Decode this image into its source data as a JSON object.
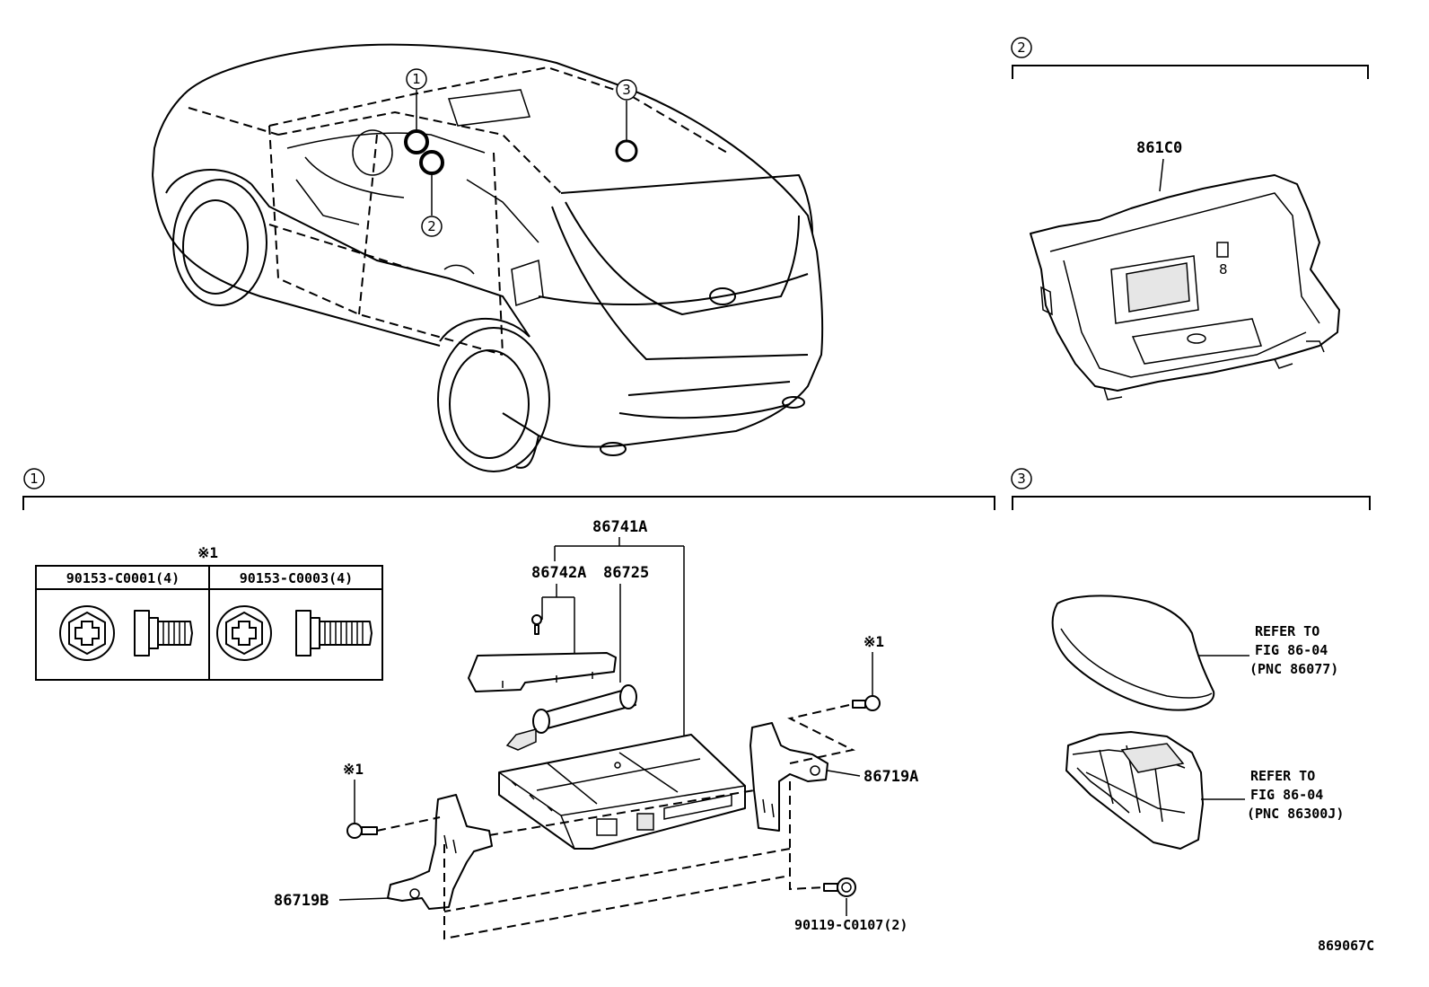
{
  "callouts": {
    "one": "1",
    "two": "2",
    "three": "3"
  },
  "sections": {
    "s1": {
      "marker": "1"
    },
    "s2": {
      "marker": "2"
    },
    "s3": {
      "marker": "3"
    }
  },
  "note_symbol": "※1",
  "bolt_table": {
    "note": "※1",
    "columns": [
      "90153-C0001(4)",
      "90153-C0003(4)"
    ]
  },
  "parts": {
    "p86741A": "86741A",
    "p86742A": "86742A",
    "p86725": "86725",
    "p86719A": "86719A",
    "p86719B": "86719B",
    "p90119": "90119-C0107(2)",
    "p861C0": "861C0"
  },
  "references": {
    "ref1": {
      "line1": "REFER TO",
      "line2": "FIG 86-04",
      "line3": "(PNC 86077)"
    },
    "ref2": {
      "line1": "REFER TO",
      "line2": "FIG 86-04",
      "line3": "(PNC 86300J)"
    }
  },
  "figure_code": "869067C"
}
